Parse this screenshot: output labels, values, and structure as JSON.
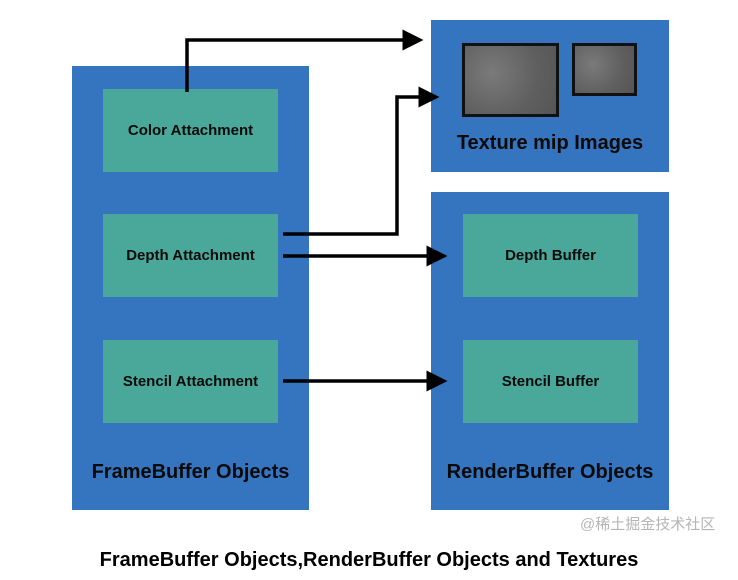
{
  "framebuffer": {
    "label": "FrameBuffer Objects",
    "attachments": [
      "Color Attachment",
      "Depth Attachment",
      "Stencil Attachment"
    ]
  },
  "texture": {
    "label": "Texture mip Images"
  },
  "renderbuffer": {
    "label": "RenderBuffer Objects",
    "buffers": [
      "Depth Buffer",
      "Stencil Buffer"
    ]
  },
  "caption": "FrameBuffer Objects,RenderBuffer Objects and Textures",
  "watermark": "@稀土掘金技术社区",
  "colors": {
    "panel": "#3574bf",
    "box": "#4aa89a",
    "arrow": "#000000"
  }
}
